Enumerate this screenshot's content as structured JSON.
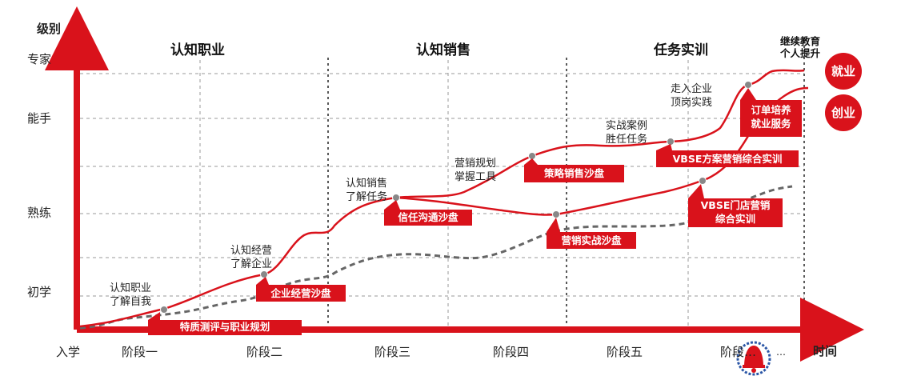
{
  "axes": {
    "y_title": "级别",
    "x_title": "时间",
    "levels": [
      "专家",
      "能手",
      "熟练",
      "初学"
    ],
    "stages": [
      "入学",
      "阶段一",
      "阶段二",
      "阶段三",
      "阶段四",
      "阶段五",
      "阶段…",
      "…"
    ]
  },
  "phases": [
    "认知职业",
    "认知销售",
    "任务实训"
  ],
  "continuing": {
    "line1": "继续教育",
    "line2": "个人提升"
  },
  "outcomes": [
    "就业",
    "创业"
  ],
  "annotations": [
    {
      "line1": "认知职业",
      "line2": "了解自我"
    },
    {
      "line1": "认知经营",
      "line2": "了解企业"
    },
    {
      "line1": "认知销售",
      "line2": "了解任务"
    },
    {
      "line1": "营销规划",
      "line2": "掌握工具"
    },
    {
      "line1": "实战案例",
      "line2": "胜任任务"
    },
    {
      "line1": "走入企业",
      "line2": "顶岗实践"
    }
  ],
  "boxes": [
    {
      "line1": "特质测评与职业规划",
      "line2": ""
    },
    {
      "line1": "企业经营沙盘",
      "line2": ""
    },
    {
      "line1": "信任沟通沙盘",
      "line2": ""
    },
    {
      "line1": "策略销售沙盘",
      "line2": ""
    },
    {
      "line1": "营销实战沙盘",
      "line2": ""
    },
    {
      "line1": "VBSE方案营销综合实训",
      "line2": ""
    },
    {
      "line1": "VBSE门店营销",
      "line2": "综合实训"
    },
    {
      "line1": "订单培养",
      "line2": "就业服务"
    }
  ],
  "colors": {
    "accent": "#d9121b",
    "dashed": "#666666",
    "grid": "#9a9a9a"
  }
}
